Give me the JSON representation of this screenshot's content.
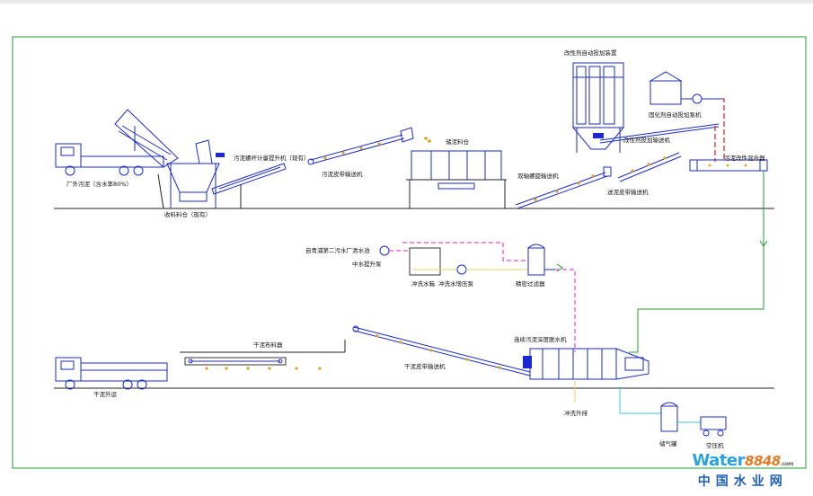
{
  "labels": {
    "truck_sludge": "厂外污泥（含水率80%）",
    "receiving_bin": "收料料仓（现有）",
    "screw_lift": "污泥螺杆计量提升机（现有）",
    "belt_conveyor_1": "污泥皮带输送机",
    "storage_bin": "储泥料仓",
    "twin_screw": "双轴螺旋输送机",
    "sludge_belt_2": "送泥皮带输送机",
    "modifier_device": "改性剂自动投加装置",
    "modifier_conveyor": "改性剂投加输送机",
    "solidifier_pump": "固化剂自动投加泵机",
    "mixer": "污泥改性混合器",
    "water_source": "自青浦第二污水厂清水池",
    "mid_pump": "中水提升泵",
    "wash_tank": "冲洗水箱",
    "booster_pump": "冲洗水增压泵",
    "filter": "精密过滤器",
    "dewater": "连续污泥深度脱水机",
    "dry_storage": "干泥布料器",
    "dry_belt": "干泥皮带输送机",
    "dry_out": "干泥外运",
    "flush_out": "冲洗外排",
    "air_tank": "储气罐",
    "compressor": "空压机"
  },
  "watermark": {
    "brand": "Water",
    "number": "8848",
    "domain": ".com",
    "cn": "中国水业网"
  },
  "colors": {
    "equipment": "#1a2ad0",
    "frame": "#1c9e2c",
    "water_line": "#e020d0",
    "dosing_line": "#e02020"
  }
}
